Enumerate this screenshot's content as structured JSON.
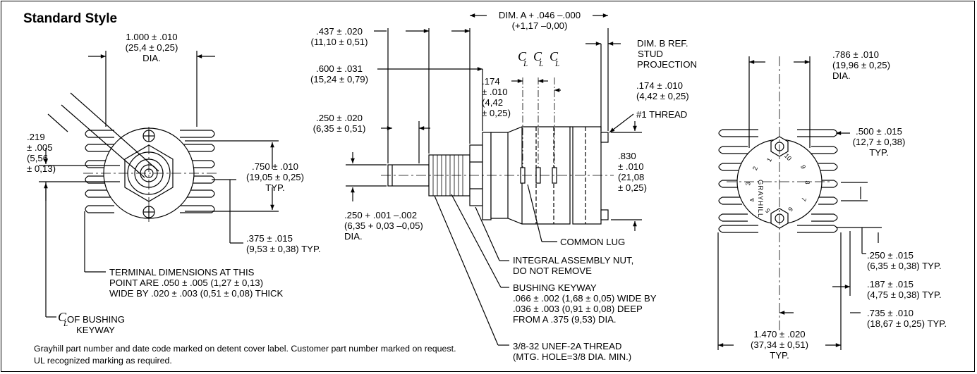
{
  "title": "Standard Style",
  "left_view": {
    "dia": [
      "1.000 ± .010",
      "(25,4 ± 0,25)",
      "DIA."
    ],
    "key_offset": [
      ".219",
      "± .005",
      "(5,56",
      "± 0,13)"
    ],
    "terminal_spacing": [
      ".750 ± .010",
      "(19,05 ± 0,25)",
      "TYP."
    ],
    "terminal_pitch": [
      ".375 ± .015",
      "(9,53 ± 0,38) TYP."
    ],
    "terminal_note": [
      "TERMINAL DIMENSIONS AT THIS",
      "POINT ARE .050 ± .005 (1,27 ± 0,13)",
      "WIDE BY .020 ± .003 (0,51 ± 0,08) THICK"
    ],
    "keyway_symbol": "C",
    "keyway_symbol_sub": "L",
    "keyway_label": [
      "OF BUSHING",
      "KEYWAY"
    ]
  },
  "side_view": {
    "dim_437": [
      ".437 ± .020",
      "(11,10 ± 0,51)"
    ],
    "dim_600": [
      ".600 ± .031",
      "(15,24 ± 0,79)"
    ],
    "dim_250": [
      ".250 ± .020",
      "(6,35 ± 0,51)"
    ],
    "dim_shaft": [
      ".250 + .001 –.002",
      "(6,35 + 0,03 –0,05)",
      "DIA."
    ],
    "dim_a": [
      "DIM. A + .046 –.000",
      "(+1,17 –0,00)"
    ],
    "dim_b": [
      "DIM. B REF.",
      "STUD",
      "PROJECTION"
    ],
    "centerline_symbol": "C",
    "centerline_sub": "L",
    "dim_174_a": [
      ".174",
      "± .010",
      "(4,42",
      "± 0,25)"
    ],
    "dim_174_b": [
      ".174 ± .010",
      "(4,42 ± 0,25)"
    ],
    "thread": "#1 THREAD",
    "dim_830": [
      ".830",
      "± .010",
      "(21,08",
      "± 0,25)"
    ],
    "common_lug": "COMMON LUG",
    "nut_note": [
      "INTEGRAL ASSEMBLY NUT,",
      "DO NOT REMOVE"
    ],
    "keyway_note": [
      "BUSHING KEYWAY",
      ".066 ± .002 (1,68 ± 0,05) WIDE BY",
      ".036 ± .003 (0,91 ± 0,08) DEEP",
      "FROM A .375 (9,53) DIA."
    ],
    "thread_note": [
      "3/8-32 UNEF-2A THREAD",
      "(MTG. HOLE=3/8 DIA. MIN.)"
    ]
  },
  "rear_view": {
    "dia": [
      ".786 ± .010",
      "(19,96 ± 0,25)",
      "DIA."
    ],
    "dim_500": [
      ".500 ± .015",
      "(12,7 ± 0,38)",
      "TYP."
    ],
    "dim_250": [
      ".250 ± .015",
      "(6,35 ± 0,38) TYP."
    ],
    "dim_187": [
      ".187 ± .015",
      "(4,75 ± 0,38) TYP."
    ],
    "dim_735": [
      ".735 ± .010",
      "(18,67 ± 0,25) TYP."
    ],
    "dim_1470": [
      "1.470 ± .020",
      "(37,34 ± 0,51)",
      "TYP."
    ],
    "brand": "GRAYHILL",
    "positions": [
      "1",
      "2",
      "3",
      "4",
      "5",
      "6",
      "7",
      "8",
      "9",
      "10"
    ]
  },
  "footnote": "Grayhill part number and date code marked on detent cover label. Customer part number marked on request. UL recognized marking as required."
}
